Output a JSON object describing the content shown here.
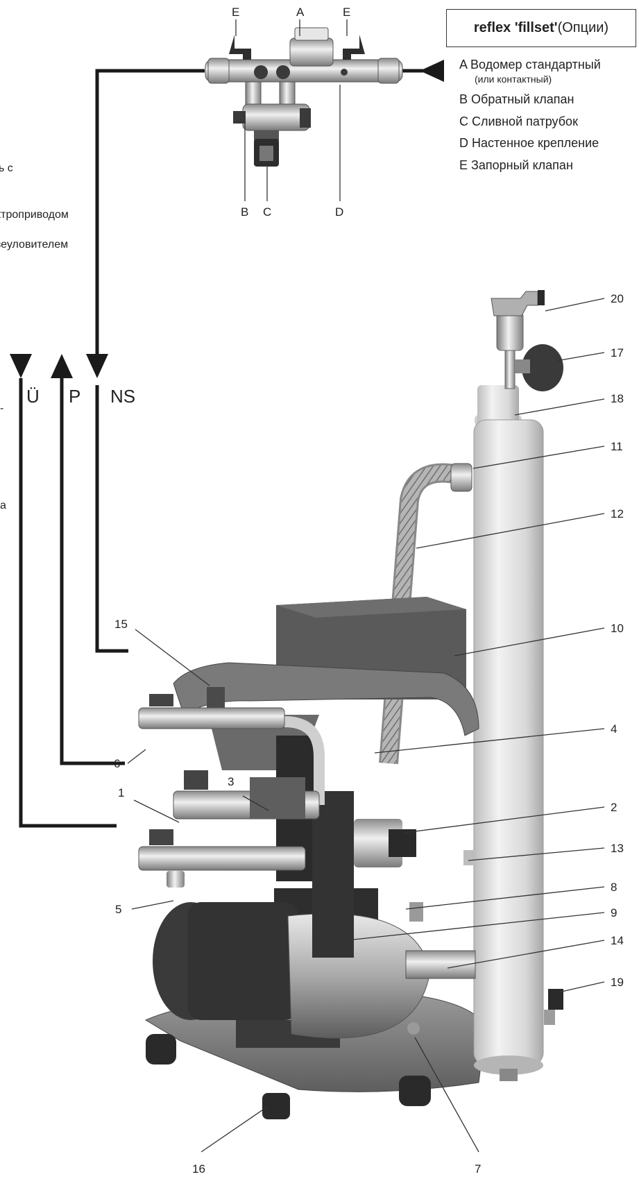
{
  "options": {
    "title_bold": "reflex 'fillset'",
    "title_rest": " (Опции)",
    "items": [
      {
        "text": "A Водомер стандартный",
        "sub": "(или контактный)"
      },
      {
        "text": "B Обратный клапан",
        "sub": ""
      },
      {
        "text": "C Сливной патрубок",
        "sub": ""
      },
      {
        "text": "D Настенное крепление",
        "sub": ""
      },
      {
        "text": "E Запорный клапан",
        "sub": ""
      }
    ]
  },
  "cutoff_text": [
    "ь с",
    "ктроприводом",
    "зеуловителем",
    "-",
    "a"
  ],
  "fillset_letters": [
    "E",
    "A",
    "E",
    "B",
    "C",
    "D"
  ],
  "flow_labels": [
    "Ü",
    "P",
    "NS"
  ],
  "callouts": [
    "20",
    "17",
    "18",
    "11",
    "12",
    "15",
    "10",
    "6",
    "4",
    "3",
    "1",
    "2",
    "13",
    "5",
    "8",
    "9",
    "14",
    "19",
    "16",
    "7"
  ],
  "colors": {
    "pipe": "#1a1a1a",
    "steel": "#c9c9c9",
    "dark": "#3a3a3a",
    "tank": "#dadada"
  }
}
